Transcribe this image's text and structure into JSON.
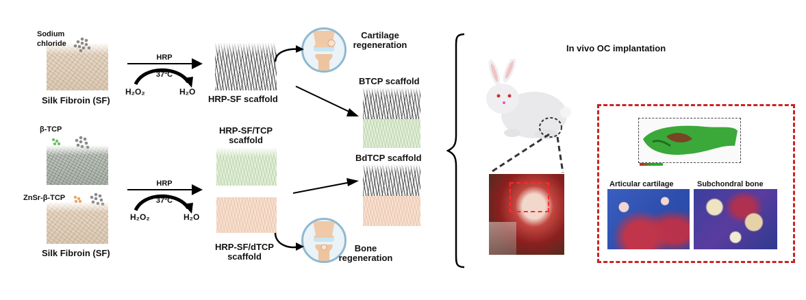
{
  "left_top": {
    "sodium_chloride": "Sodium\nchloride",
    "silk_fibroin": "Silk Fibroin (SF)",
    "hrp": "HRP",
    "temp": "37ºC",
    "h2o2": "H₂O₂",
    "h2o": "H₂O",
    "product": "HRP-SF scaffold"
  },
  "left_bottom": {
    "btcp": "β-TCP",
    "znsr_btcp": "ZnSr-β-TCP",
    "silk_fibroin": "Silk Fibroin (SF)",
    "hrp": "HRP",
    "temp": "37ºC",
    "h2o2": "H₂O₂",
    "h2o": "H₂O",
    "product_tcp": "HRP-SF/TCP\nscaffold",
    "product_dtcp": "HRP-SF/dTCP\nscaffold"
  },
  "middle": {
    "cartilage": "Cartilage\nregeneration",
    "bone": "Bone\nregeneration",
    "btcp_scaffold": "BTCP scaffold",
    "bdtcp_scaffold": "BdTCP scaffold"
  },
  "right": {
    "title": "In vivo OC implantation",
    "articular": "Articular cartilage",
    "subchondral": "Subchondral bone"
  },
  "colors": {
    "dashed_red": "#cc2222",
    "green_scaffold": "#e3efd9",
    "peach_scaffold": "#f6e1d2",
    "knee_ring": "#8fb8cf"
  }
}
